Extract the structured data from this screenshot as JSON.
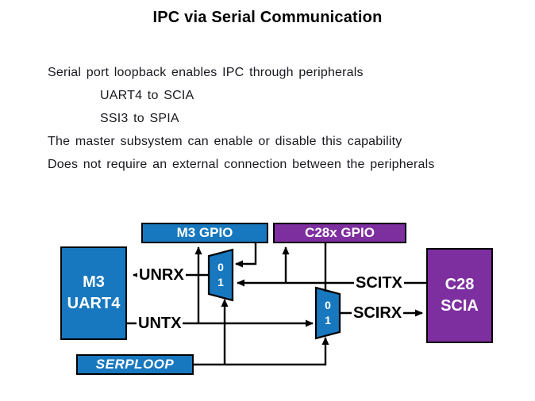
{
  "title": "IPC via Serial Communication",
  "body": {
    "lines": [
      {
        "text": "Serial port loopback enables IPC through peripherals"
      },
      {
        "text": "UART4 to SCIA"
      },
      {
        "text": "SSI3 to SPIA"
      },
      {
        "text": "The master subsystem can enable or disable this capability"
      },
      {
        "text": "Does not require an external connection between the peripherals"
      }
    ]
  },
  "diagram": {
    "boxes": {
      "m3_gpio": "M3 GPIO",
      "c28x_gpio": "C28x GPIO",
      "m3_uart4": {
        "line1": "M3",
        "line2": "UART4"
      },
      "c28_scia": {
        "line1": "C28",
        "line2": "SCIA"
      },
      "serploop": "SERPLOOP"
    },
    "signals": {
      "unrx": "UNRX",
      "untx": "UNTX",
      "scitx": "SCITX",
      "scirx": "SCIRX"
    },
    "mux": {
      "input0": "0",
      "input1": "1"
    }
  },
  "colors": {
    "box_blue": "#1878BF",
    "box_purple": "#7E2F9F",
    "wire": "#000000",
    "body_text": "#18181f"
  }
}
